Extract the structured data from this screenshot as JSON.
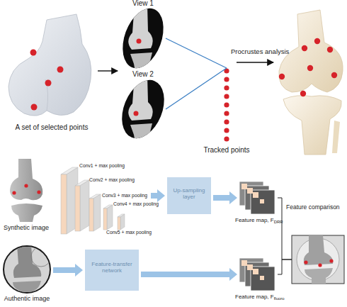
{
  "diagram": {
    "nodes": [
      {
        "text": [
          "A set of selected points"
        ]
      },
      {
        "text": [
          "View 1"
        ]
      },
      {
        "text": [
          "View 2"
        ]
      },
      {
        "text": [
          "Tracked points"
        ]
      },
      {
        "text": [
          "Synthetic image"
        ]
      },
      {
        "text": [
          "Conv1 + max pooling",
          "Conv2 + max pooling",
          "Conv3 + max pooling",
          "Conv4 + max pooling",
          "Conv5 + max pooling"
        ]
      },
      {
        "text": [
          "Up-sampling layer"
        ]
      },
      {
        "text": [
          "Feature map, F",
          "DRR"
        ]
      },
      {
        "text": [
          "Authentic image"
        ]
      },
      {
        "text": [
          "Feature-transfer network"
        ]
      },
      {
        "text": [
          "Feature map, F",
          "fluoro"
        ]
      },
      {
        "text": [
          "Feature comparison"
        ]
      }
    ],
    "edges": [
      {
        "from": 1,
        "to": 3,
        "arrow": "none"
      },
      {
        "from": 2,
        "to": 3,
        "arrow": "none"
      },
      {
        "from": 5,
        "to": 6,
        "arrow": "to"
      },
      {
        "from": 6,
        "to": 7,
        "arrow": "to"
      },
      {
        "from": 8,
        "to": 9,
        "arrow": "to"
      },
      {
        "from": 9,
        "to": 10,
        "arrow": "to"
      },
      {
        "from": 7,
        "to": 11,
        "arrow": "none"
      },
      {
        "from": 10,
        "to": 11,
        "arrow": "none"
      }
    ],
    "labels": [
      "Procrustes analysis"
    ]
  }
}
